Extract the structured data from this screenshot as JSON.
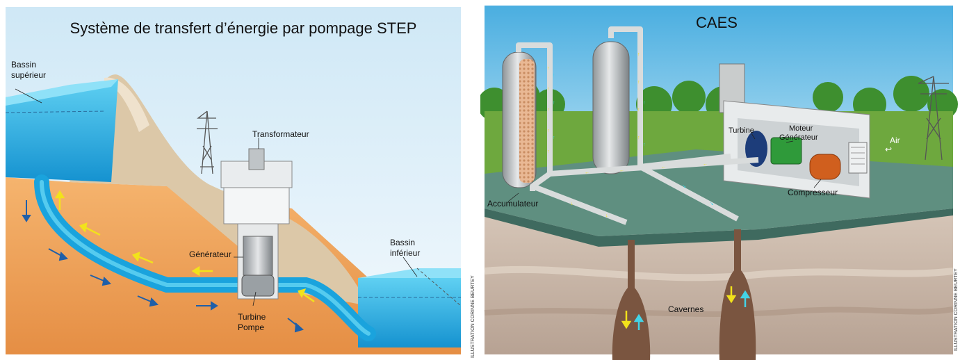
{
  "step": {
    "title": "Système de transfert d’énergie par pompage STEP",
    "labels": {
      "upper_basin": [
        "Bassin",
        "supérieur"
      ],
      "transformer": "Transformateur",
      "generator": "Générateur",
      "turbine_pump": [
        "Turbine",
        "Pompe"
      ],
      "lower_basin": [
        "Bassin",
        "inférieur"
      ]
    },
    "credit": "ILLUSTRATION CORINNE BEURTEY",
    "colors": {
      "water": "#1aa3dd",
      "sky": "#cfe8f6",
      "ground": "#f0a35d",
      "dam": "#dcc8a8",
      "flow_arrow": "#1f5fa8",
      "pump_arrow": "#f2e21b"
    }
  },
  "caes": {
    "title": "CAES",
    "labels": {
      "turbine": "Turbine",
      "motor_generator": [
        "Moteur",
        "Générateur"
      ],
      "air": "Air",
      "accumulator": "Accumulateur",
      "compressor": "Compresseur",
      "caverns": "Cavernes"
    },
    "credit": "ILLUSTRATION CORINNE BEURTEY",
    "colors": {
      "sky": "#7cc4e8",
      "platform": "#5f8f80",
      "soil": "#c9b7a9",
      "cavern": "#7a5540",
      "pipe": "#d9dcdc",
      "arrow_in": "#f2e21b",
      "arrow_out": "#43d4e6"
    }
  }
}
